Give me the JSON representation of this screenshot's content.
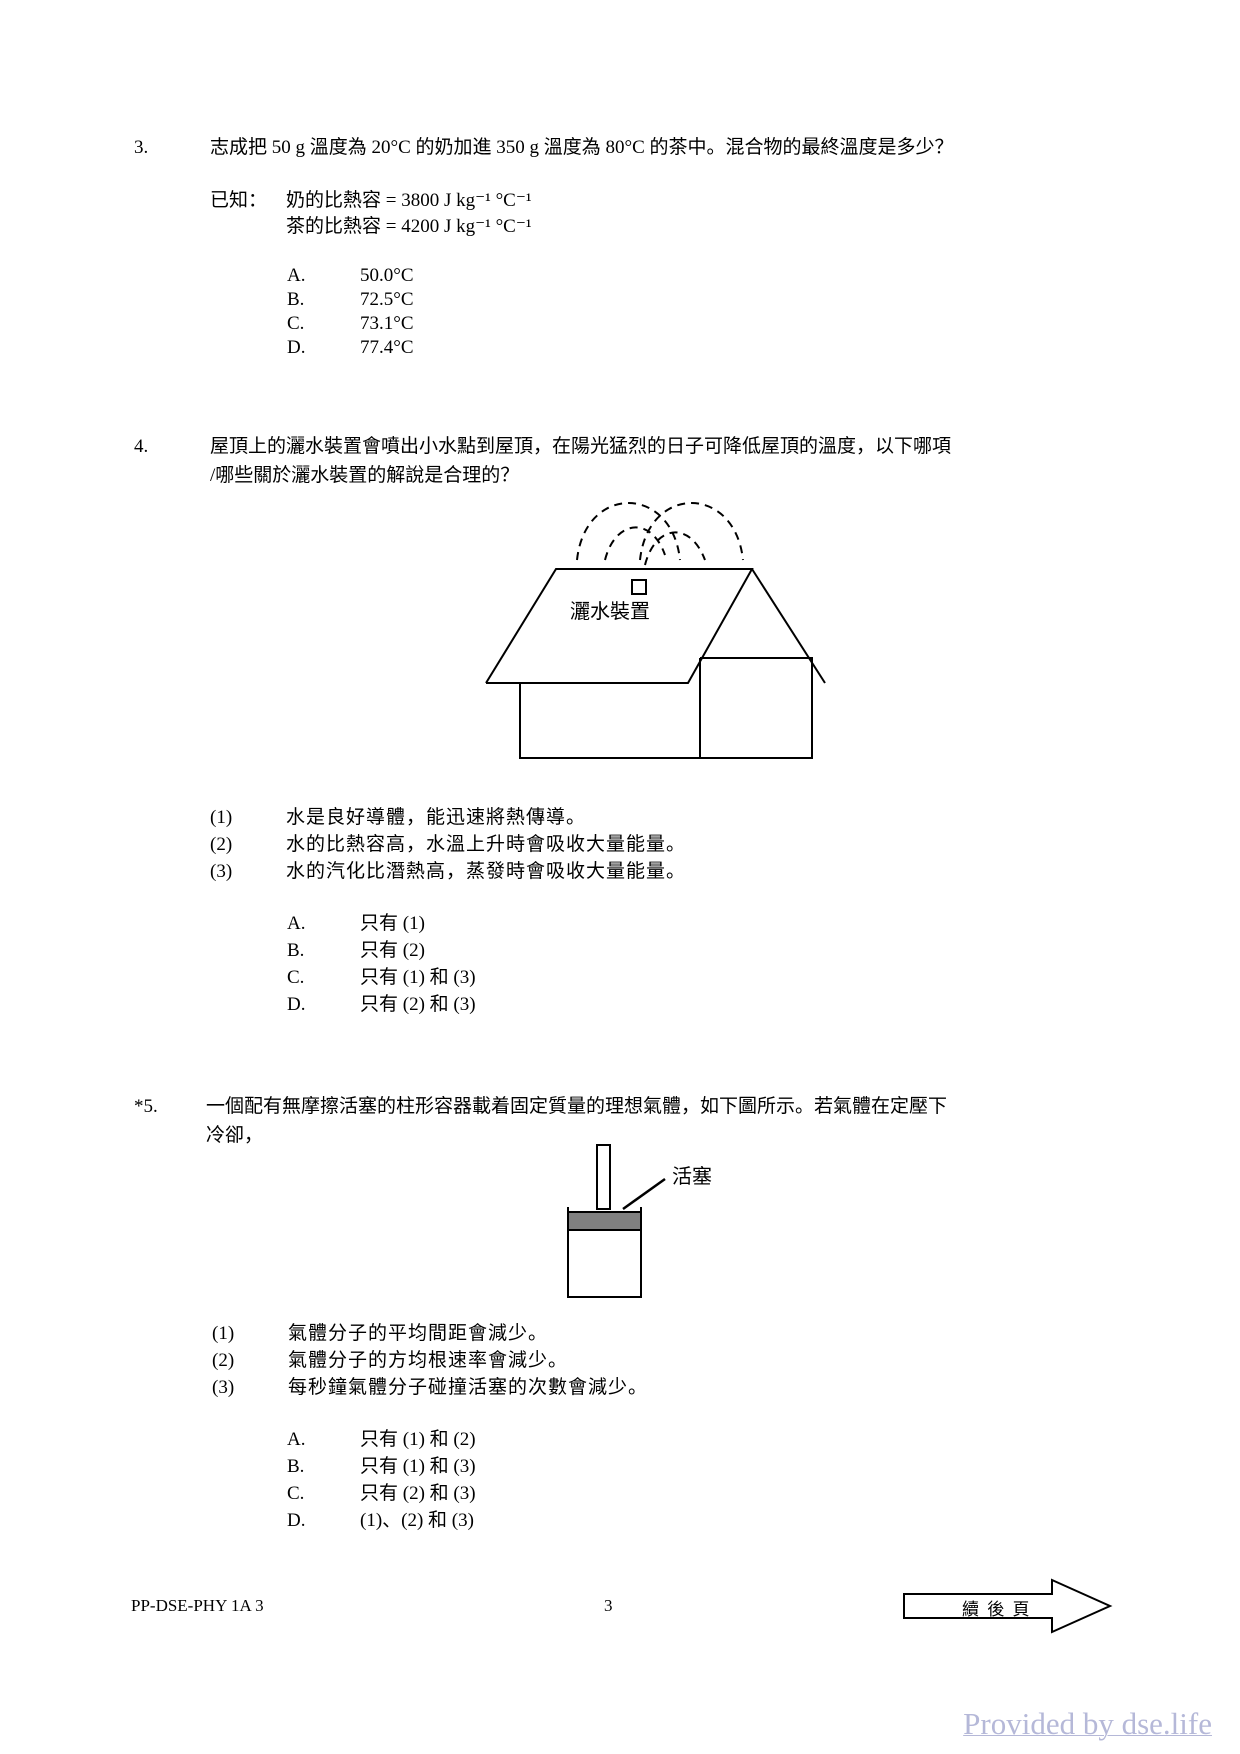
{
  "questions": [
    {
      "number": "3.",
      "stem": "志成把 50 g 溫度為 20°C 的奶加進 350 g 溫度為 80°C 的茶中。混合物的最終溫度是多少？",
      "given_label": "已知：",
      "given_lines": [
        "奶的比熱容 = 3800 J kg⁻¹ °C⁻¹",
        "茶的比熱容 = 4200 J kg⁻¹ °C⁻¹"
      ],
      "options": [
        {
          "letter": "A.",
          "text": "50.0°C"
        },
        {
          "letter": "B.",
          "text": "72.5°C"
        },
        {
          "letter": "C.",
          "text": "73.1°C"
        },
        {
          "letter": "D.",
          "text": "77.4°C"
        }
      ]
    },
    {
      "number": "4.",
      "stem_line1": "屋頂上的灑水裝置會噴出小水點到屋頂，在陽光猛烈的日子可降低屋頂的溫度，以下哪項",
      "stem_line2": "/哪些關於灑水裝置的解說是合理的？",
      "diagram_label": "灑水裝置",
      "statements": [
        {
          "num": "(1)",
          "text": "水是良好導體，能迅速將熱傳導。"
        },
        {
          "num": "(2)",
          "text": "水的比熱容高，水溫上升時會吸收大量能量。"
        },
        {
          "num": "(3)",
          "text": "水的汽化比潛熱高，蒸發時會吸收大量能量。"
        }
      ],
      "options": [
        {
          "letter": "A.",
          "text": "只有 (1)"
        },
        {
          "letter": "B.",
          "text": "只有 (2)"
        },
        {
          "letter": "C.",
          "text": "只有 (1) 和 (3)"
        },
        {
          "letter": "D.",
          "text": "只有 (2) 和 (3)"
        }
      ]
    },
    {
      "number": "*5.",
      "stem_line1": "一個配有無摩擦活塞的柱形容器載着固定質量的理想氣體，如下圖所示。若氣體在定壓下",
      "stem_line2": "冷卻，",
      "diagram_label": "活塞",
      "statements": [
        {
          "num": "(1)",
          "text": "氣體分子的平均間距會減少。"
        },
        {
          "num": "(2)",
          "text": "氣體分子的方均根速率會減少。"
        },
        {
          "num": "(3)",
          "text": "每秒鐘氣體分子碰撞活塞的次數會減少。"
        }
      ],
      "options": [
        {
          "letter": "A.",
          "text": "只有 (1) 和 (2)"
        },
        {
          "letter": "B.",
          "text": "只有 (1) 和 (3)"
        },
        {
          "letter": "C.",
          "text": "只有 (2) 和 (3)"
        },
        {
          "letter": "D.",
          "text": "(1)、(2) 和 (3)"
        }
      ]
    }
  ],
  "footer": {
    "code": "PP-DSE-PHY 1A  3",
    "page_number": "3",
    "continue_label": "續 後 頁"
  },
  "watermark": "Provided by dse.life"
}
